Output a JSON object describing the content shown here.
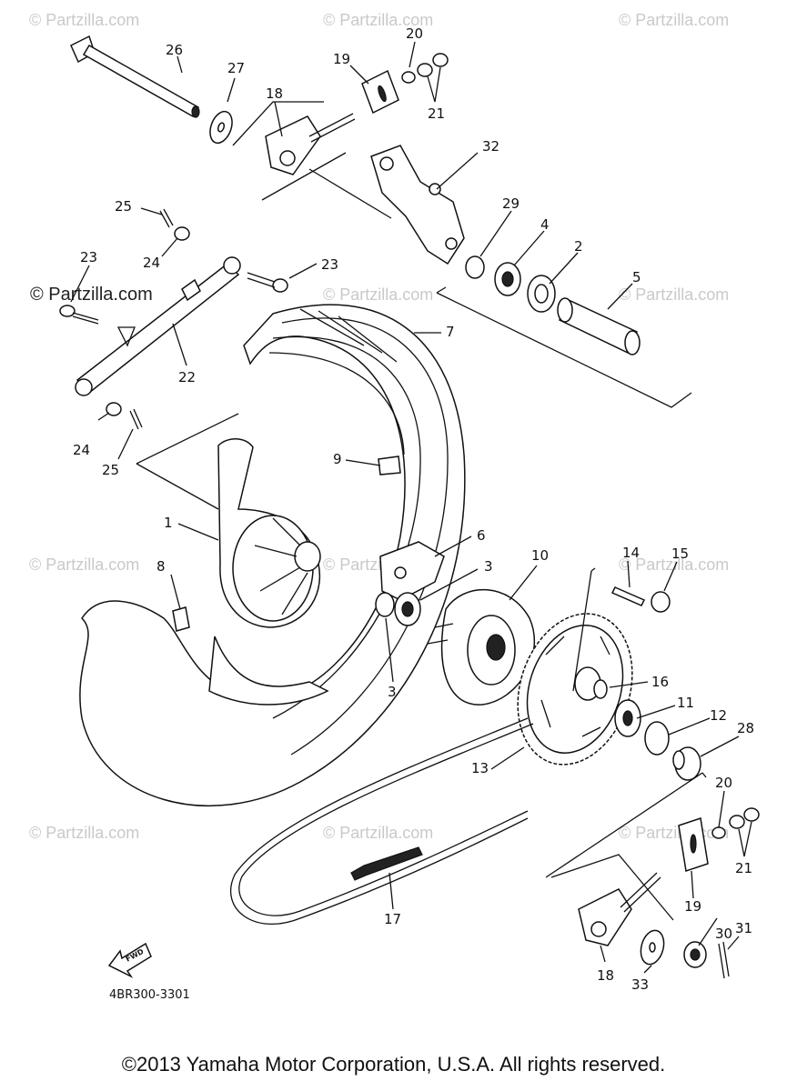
{
  "watermarks": {
    "text": "© Partzilla.com",
    "prominent": "© Partzilla.com"
  },
  "diagram_code": "4BR300-3301",
  "fwd_label": "FWD",
  "copyright": "©2013 Yamaha Motor Corporation, U.S.A. All rights reserved.",
  "callouts": {
    "c1": "1",
    "c2": "2",
    "c3a": "3",
    "c3b": "3",
    "c4": "4",
    "c5": "5",
    "c6": "6",
    "c7": "7",
    "c8": "8",
    "c9": "9",
    "c10": "10",
    "c11": "11",
    "c12": "12",
    "c13": "13",
    "c14": "14",
    "c15": "15",
    "c16": "16",
    "c17": "17",
    "c18a": "18",
    "c18b": "18",
    "c19a": "19",
    "c19b": "19",
    "c20a": "20",
    "c20b": "20",
    "c21a": "21",
    "c21b": "21",
    "c22": "22",
    "c23a": "23",
    "c23b": "23",
    "c24a": "24",
    "c24b": "24",
    "c25a": "25",
    "c25b": "25",
    "c26": "26",
    "c27": "27",
    "c28": "28",
    "c29": "29",
    "c30": "30",
    "c31": "31",
    "c32": "32",
    "c33": "33"
  }
}
